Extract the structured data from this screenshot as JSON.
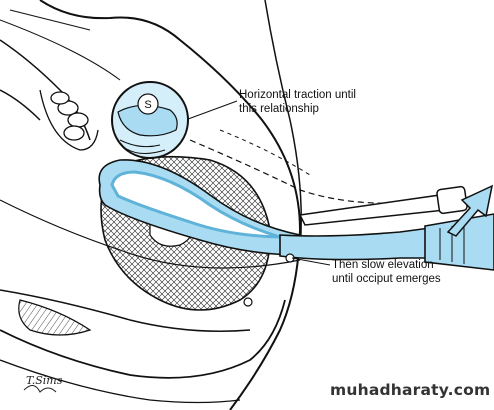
{
  "labels": {
    "horizontal_line1": "Horizontal traction until",
    "horizontal_line2": "this relationship",
    "elevation_line1": "Then slow elevation",
    "elevation_line2": "until occiput emerges"
  },
  "marker_letter": "S",
  "signature": "T.Sims",
  "watermark": "muhadharaty.com",
  "colors": {
    "forceps_fill": "#a9dcf2",
    "forceps_dark": "#5fb3d9",
    "magnifier_fill": "#d4eefa",
    "ink": "#111111",
    "arrow_fill": "#a9dcf2"
  },
  "icons": {
    "direction_arrow": "arrow-up-right-icon",
    "magnifier": "magnifier-circle-icon"
  }
}
